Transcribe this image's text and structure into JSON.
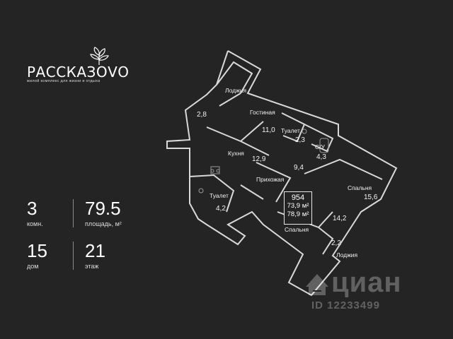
{
  "brand": {
    "name": "РАССКАЗОVО",
    "tagline": "жилой комплекс для жизни и отдыха",
    "logo_icon": "leaves-icon"
  },
  "stats": {
    "rooms_value": "3",
    "rooms_label": "комн.",
    "area_value": "79.5",
    "area_label": "площадь, м²",
    "house_value": "15",
    "house_label": "дом",
    "floor_value": "21",
    "floor_label": "этаж"
  },
  "plan": {
    "rooms": {
      "loggia_top_label": "Лоджия",
      "loggia_top_area": "2,8",
      "living_label": "Гостиная",
      "living_area": "11,0",
      "wc_label": "Туалет",
      "wc_area": "2,3",
      "bath_label": "С/У",
      "bath_area": "4,3",
      "kitchen_label": "Кухня",
      "kitchen_area": "12,9",
      "hall_label": "Прихожая",
      "hall_area": "9,4",
      "bedroom1_label": "Спальня",
      "bedroom1_area": "15,6",
      "wc2_label": "Туалет",
      "wc2_area": "4,2",
      "bedroom2_label": "Спальня",
      "bedroom2_area": "14,2",
      "loggia_bottom_label": "Лоджия",
      "loggia_bottom_area": "2,2"
    },
    "unit": {
      "number": "954",
      "area1": "73,9 м²",
      "area2": "78,9 м²"
    }
  },
  "watermark": {
    "brand": "циан",
    "id": "ID 12233499",
    "icon": "cian-logo-icon"
  }
}
